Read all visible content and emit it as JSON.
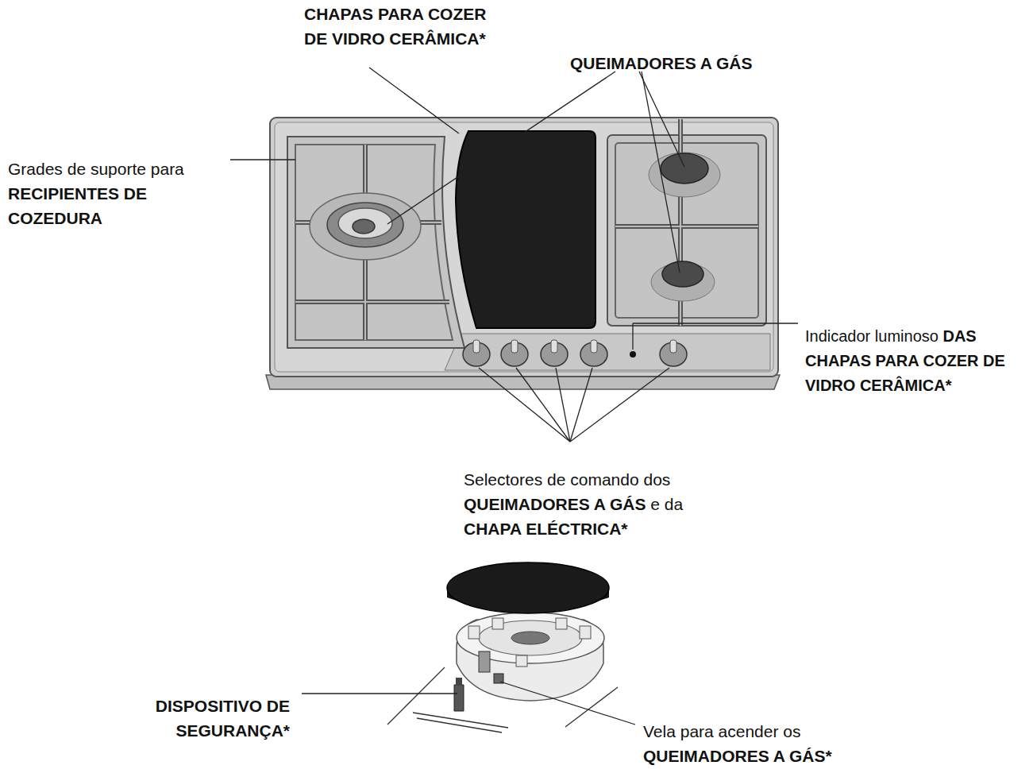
{
  "diagram": {
    "labels": [
      "CHAPAS PARA COZER DE VIDRO CERÂMICA*",
      "QUEIMADORES A GÁS",
      "Grades de suporte para",
      "RECIPIENTES DE COZEDURA",
      "Indicador luminoso",
      "DAS CHAPAS PARA COZER DE VIDRO CERÂMICA*",
      "Selectores de comando dos",
      "QUEIMADORES A GÁS",
      "e da",
      "CHAPA ELÉCTRICA*",
      "DISPOSITIVO DE SEGURANÇA*",
      "Vela para acender os",
      "QUEIMADORES A GÁS*"
    ]
  }
}
